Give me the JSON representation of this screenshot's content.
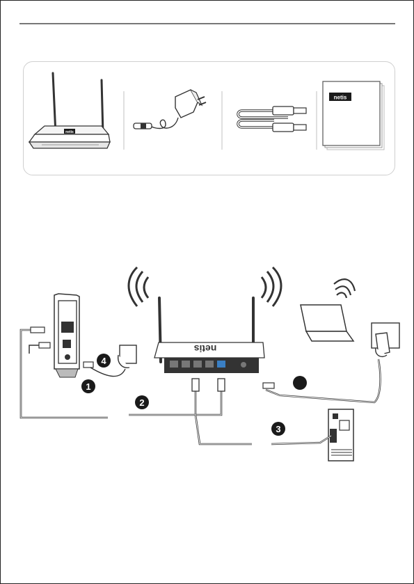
{
  "package": {
    "manual_brand": "netis",
    "router_badge": "netis"
  },
  "setup": {
    "router_brand": "netis",
    "step_1": "1",
    "step_2": "2",
    "step_3": "3",
    "step_4": "4"
  },
  "colors": {
    "line": "#333333",
    "accent_port": "#3a7fc4",
    "badge_fill": "#1a1a1a"
  }
}
